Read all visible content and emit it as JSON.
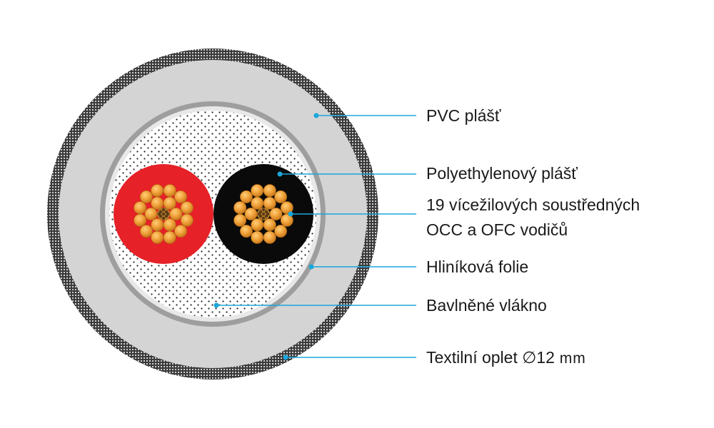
{
  "labels": {
    "pvc": "PVC plášť",
    "polyethylene": "Polyethylenový plášť",
    "conductors_line1": "19 vícežilových soustředných",
    "conductors_line2": "OCC a OFC vodičů",
    "aluminium": "Hliníková folie",
    "cotton": "Bavlněné vlákno",
    "braid_text": "Textilní oplet ",
    "braid_symbol": "∅",
    "braid_value": "12",
    "braid_unit": " mm"
  },
  "colors": {
    "leader_line": "#1aa7dc",
    "braid_dark": "#3a3a3a",
    "pvc_gray": "#d4d4d4",
    "foil_gray": "#9e9e9e",
    "red_insulation": "#e62128",
    "black_insulation": "#0a0a0a",
    "copper_strand": "#f0a13a"
  }
}
